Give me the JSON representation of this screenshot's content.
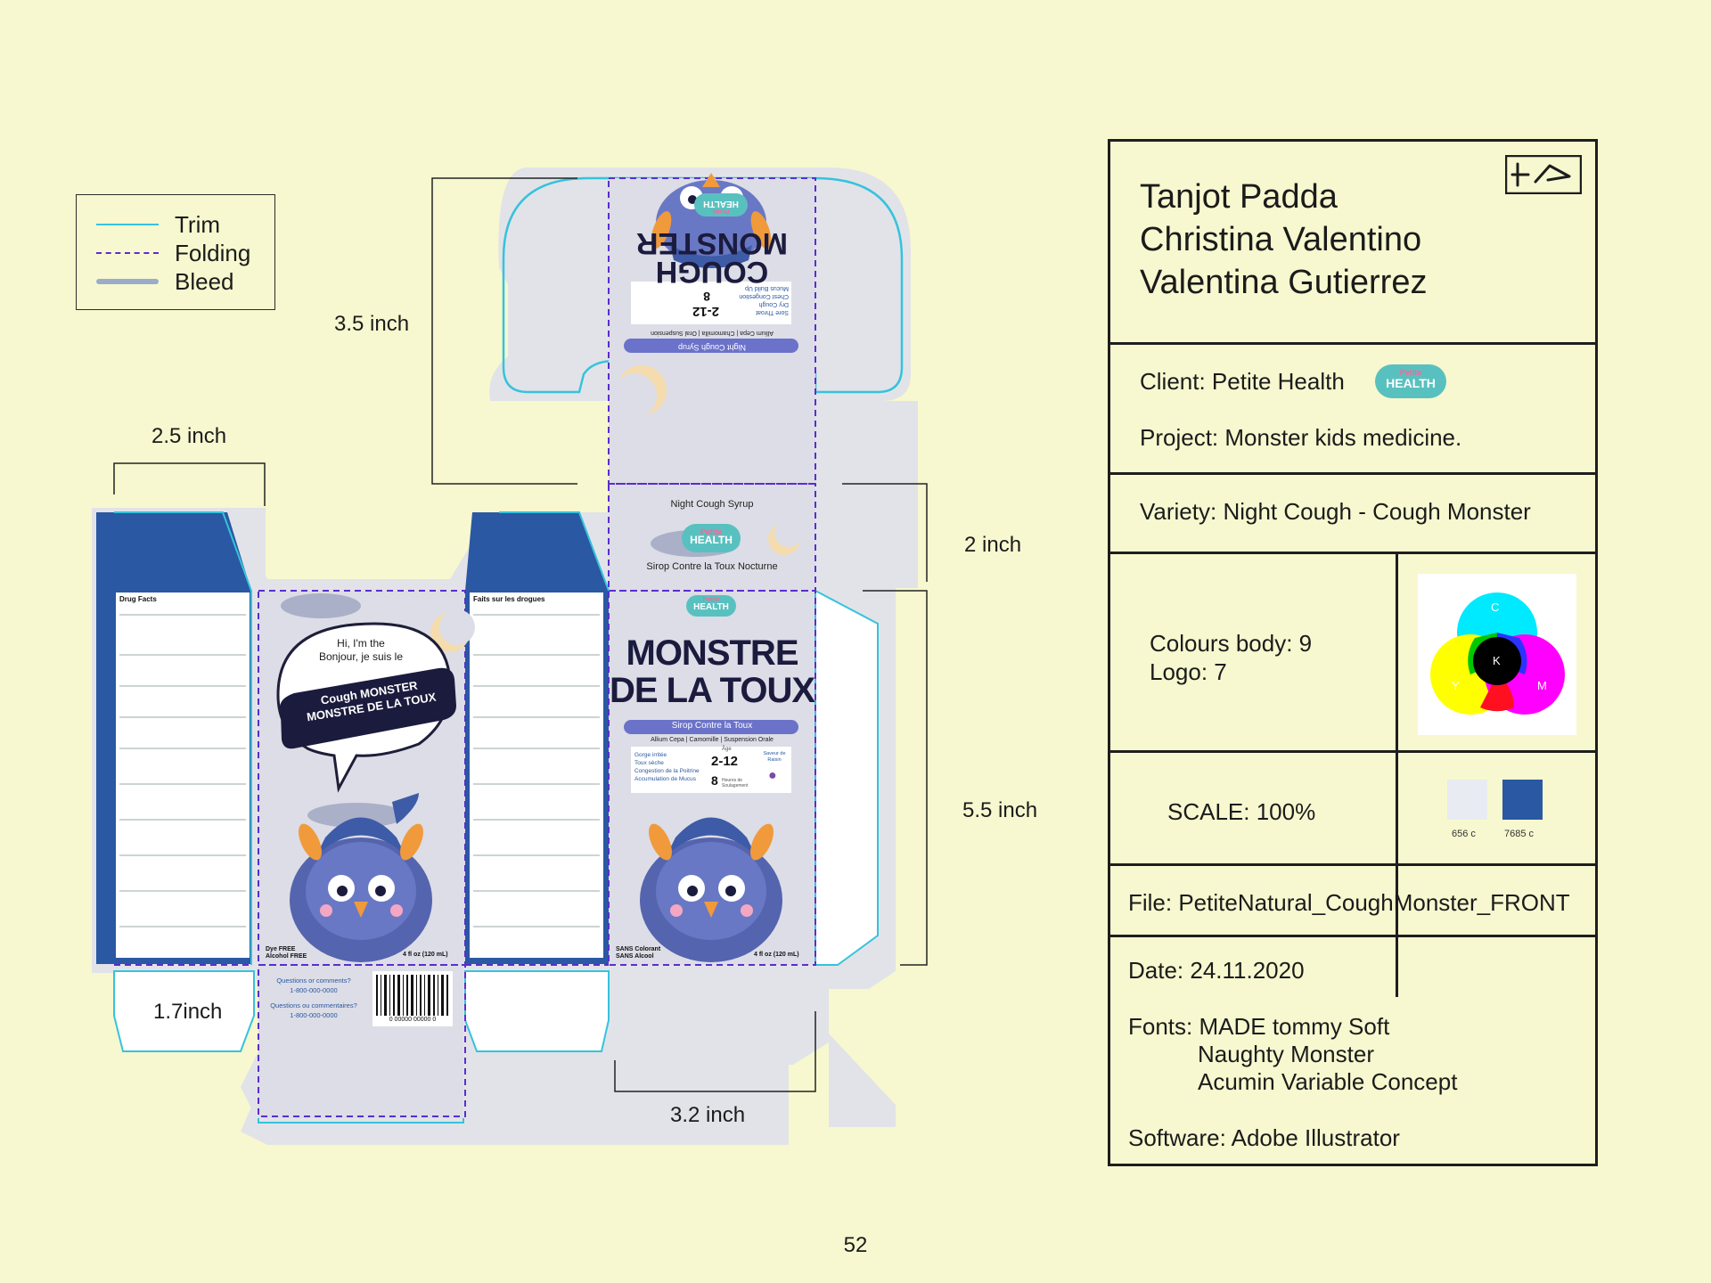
{
  "legend": {
    "items": [
      {
        "label": "Trim",
        "color": "#35c3dd",
        "style": "solid"
      },
      {
        "label": "Folding",
        "color": "#5b2dcf",
        "style": "dashed"
      },
      {
        "label": "Bleed",
        "color": "#9aacca",
        "style": "thick"
      }
    ]
  },
  "dimensions": {
    "top_flap": "3.5 inch",
    "side_width": "2.5 inch",
    "top_panel": "2 inch",
    "front_height": "5.5 inch",
    "bottom_flap": "1.7inch",
    "front_width": "3.2 inch"
  },
  "package": {
    "speech_en": "Hi, I'm the",
    "speech_fr": "Bonjour, je suis le",
    "speech_title_1": "Cough MONSTER",
    "speech_title_2": "MONSTRE DE LA TOUX",
    "brand_small": "Petite",
    "brand": "HEALTH",
    "top_title_1": "COUGH",
    "top_title_2": "MONSTER",
    "top_subtitle": "Night Cough Syrup",
    "top_ingredients": "Allium Cepa | Chamomilla | Oral Suspension",
    "top_ages": "2-12",
    "top_dose": "8",
    "top_symptoms": [
      "Sore Throat",
      "Dry Cough",
      "Chest Congestion",
      "Mucus Build Up"
    ],
    "lid_line_1": "Night Cough Syrup",
    "lid_line_2": "Sirop Contre la Toux Nocturne",
    "front_title_1": "MONSTRE",
    "front_title_2": "DE LA TOUX",
    "front_subtitle": "Sirop Contre la Toux",
    "front_ingredients": "Allium Cepa | Camomille | Suspension Orale",
    "front_symptoms": [
      "Gorge irritée",
      "Toux sèche",
      "Congestion de la Poitrine",
      "Accumulation de Mucus"
    ],
    "front_age_label": "Âge",
    "front_ages": "2-12",
    "front_dose": "8",
    "front_dose_label": "Heures de Soulagement",
    "front_flavor": "Saveur de Raisin",
    "side_left_title": "Drug Facts",
    "side_right_title": "Faits sur les drogues",
    "dye_free": "Dye FREE",
    "alcohol_free": "Alcohol FREE",
    "sans_colorant": "SANS Colorant",
    "sans_alcool": "SANS Alcool",
    "volume": "4 fl oz (120 mL)",
    "questions_en": "Questions or comments?",
    "questions_fr": "Questions ou commentaires?",
    "phone": "1-800-000-0000",
    "barcode_number": "0 00000 00000 0"
  },
  "info": {
    "names": [
      "Tanjot Padda",
      "Christina Valentino",
      "Valentina Gutierrez"
    ],
    "client": "Client: Petite Health",
    "project": "Project: Monster kids medicine.",
    "variety": "Variety: Night Cough  - Cough Monster",
    "colours_body": "Colours body: 9",
    "logo": "Logo: 7",
    "scale": "SCALE: 100%",
    "swatches": [
      {
        "label": "656 c",
        "color": "#e9ebf2"
      },
      {
        "label": "7685 c",
        "color": "#2a58a2"
      }
    ],
    "cmyk": [
      "C",
      "K",
      "Y",
      "M"
    ],
    "file": "File: PetiteNatural_CoughMonster_FRONT",
    "date": "Date: 24.11.2020",
    "fonts_label": "Fonts: MADE tommy Soft",
    "fonts_2": "Naughty Monster",
    "fonts_3": "Acumin Variable Concept",
    "software": "Software: Adobe Illustrator"
  },
  "page_number": "52"
}
